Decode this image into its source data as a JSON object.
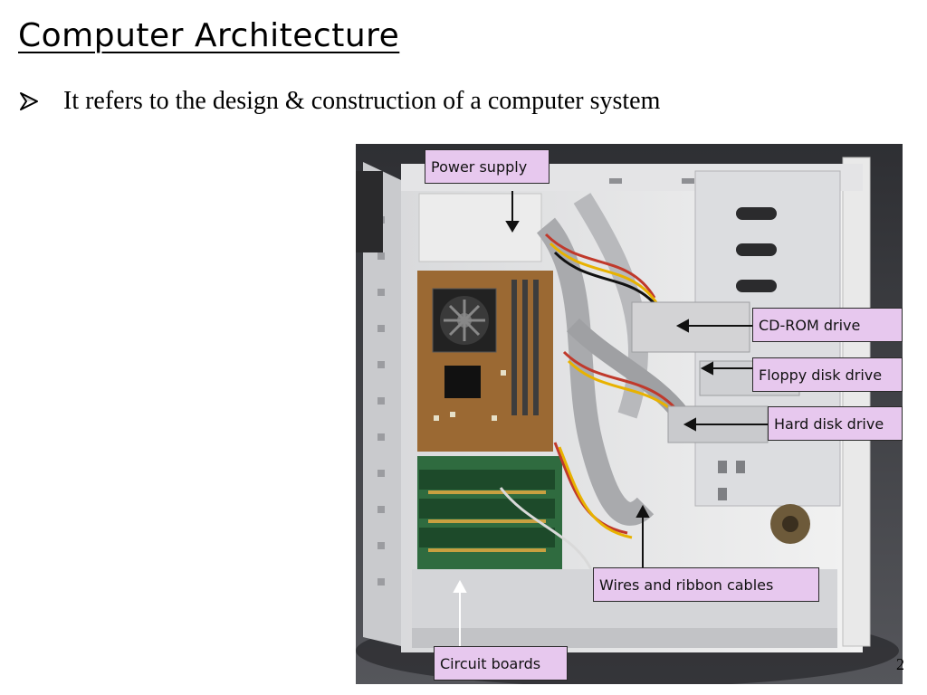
{
  "slide": {
    "title": "Computer Architecture",
    "bullets": [
      {
        "icon": "arrowhead-bullet-icon",
        "text": "It refers to the design & construction of a computer system"
      }
    ],
    "page_number": "2"
  },
  "photo": {
    "subject": "open-computer-case-photo",
    "labels": {
      "power_supply": "Power supply",
      "cd_rom": "CD-ROM drive",
      "floppy": "Floppy disk drive",
      "hard_disk": "Hard disk drive",
      "wires": "Wires and ribbon cables",
      "circuit_boards": "Circuit boards"
    },
    "label_color": "#e7c8ee"
  }
}
